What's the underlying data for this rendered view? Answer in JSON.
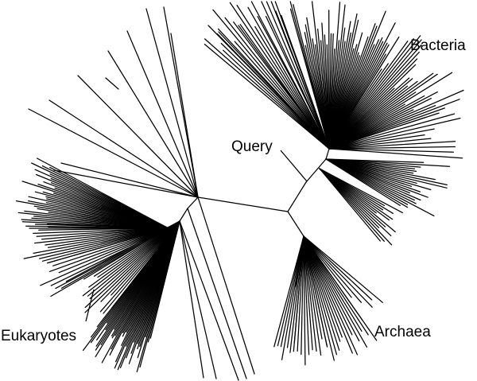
{
  "labels": {
    "bacteria": "Bacteria",
    "archaea": "Archaea",
    "eukaryotes": "Eukaryotes",
    "query": "Query"
  }
}
